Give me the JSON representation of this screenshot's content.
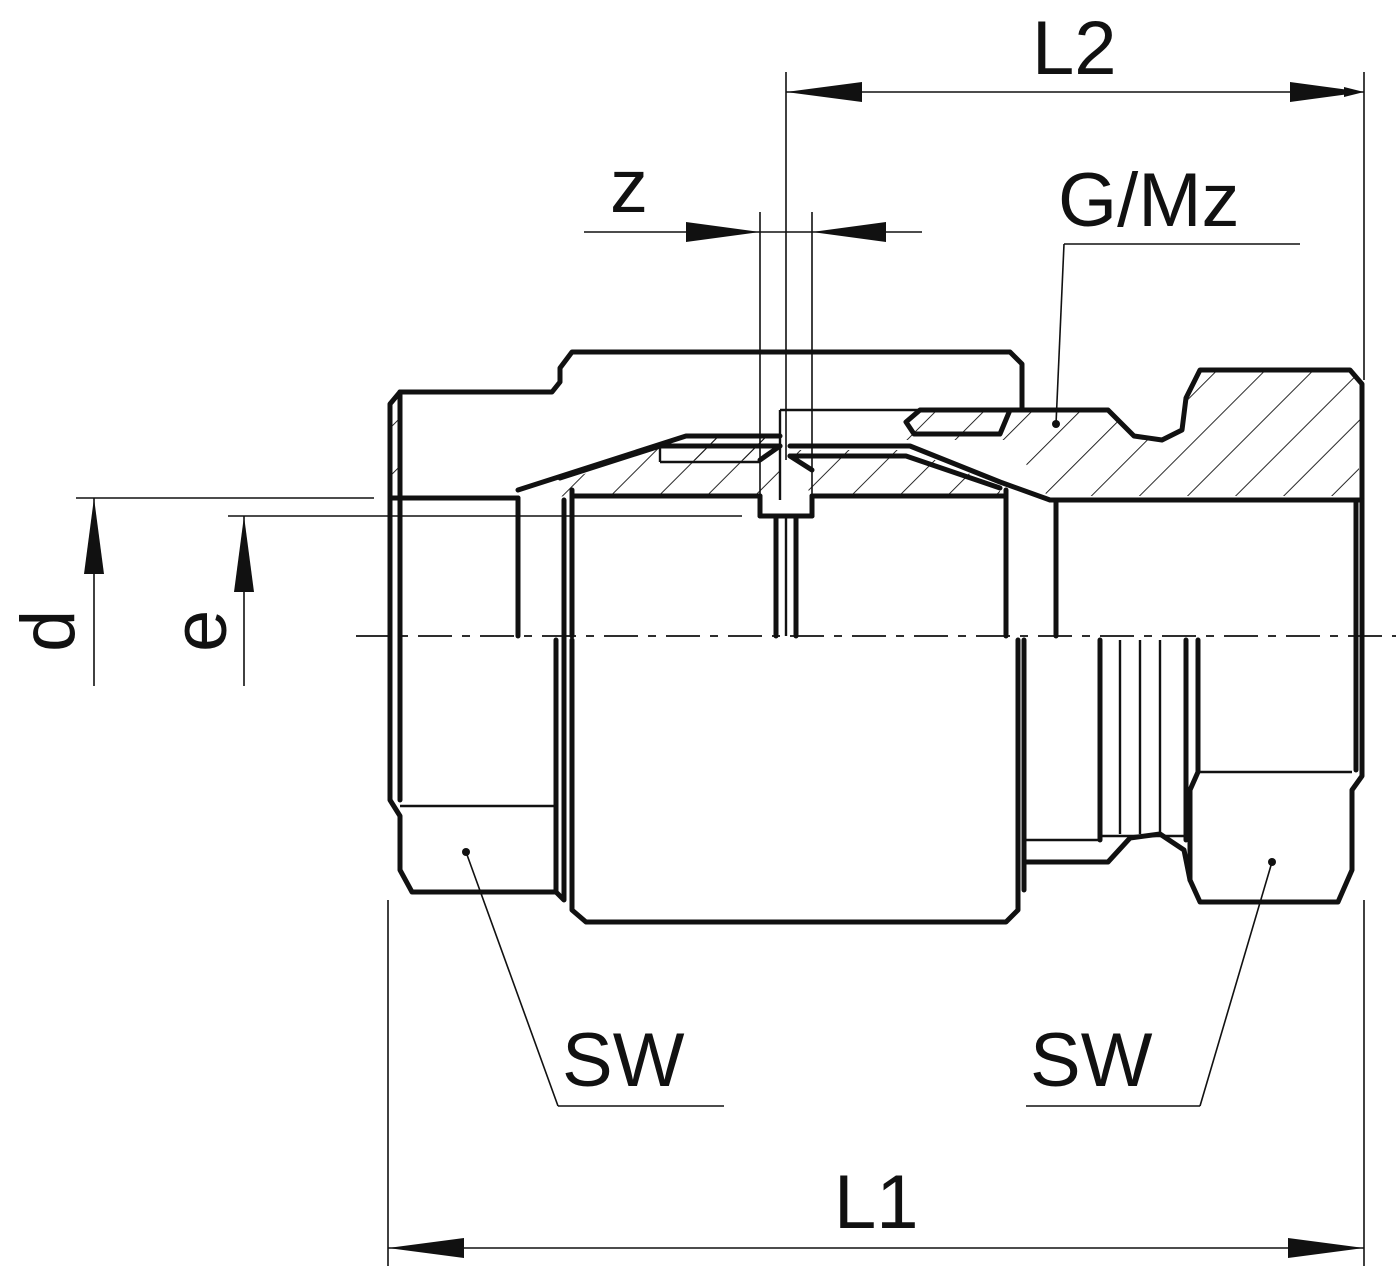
{
  "labels": {
    "l1": "L1",
    "l2": "L2",
    "z": "z",
    "thread": "G/Mz",
    "d": "d",
    "e": "e",
    "sw_left": "SW",
    "sw_right": "SW"
  }
}
